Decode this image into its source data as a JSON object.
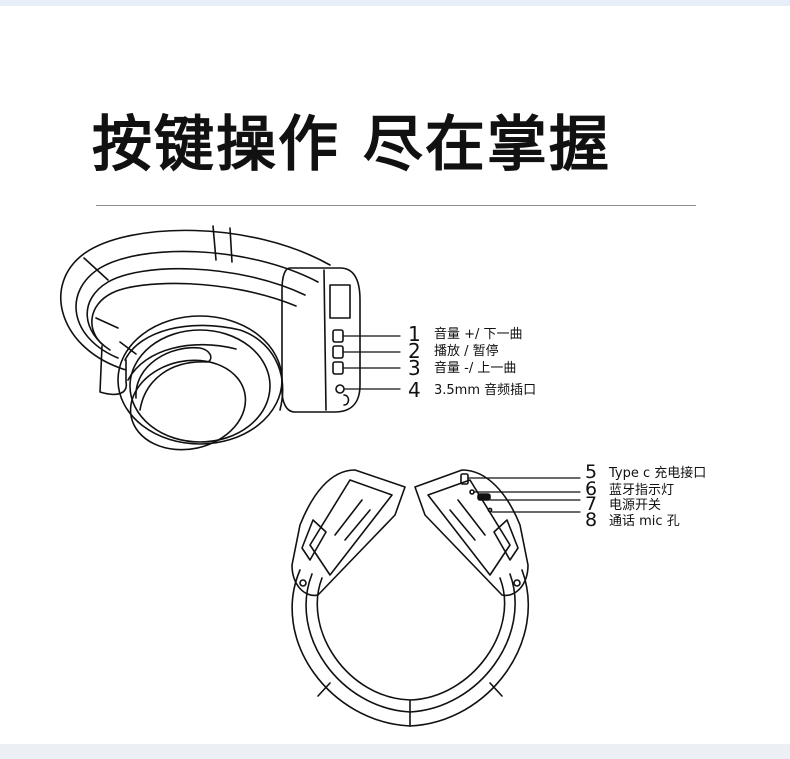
{
  "title": "按键操作 尽在掌握",
  "callouts_top": [
    {
      "num": "1",
      "label": "音量 +/ 下一曲"
    },
    {
      "num": "2",
      "label": "播放 / 暂停"
    },
    {
      "num": "3",
      "label": "音量 -/ 上一曲"
    },
    {
      "num": "4",
      "label": "3.5mm 音频插口"
    }
  ],
  "callouts_bottom": [
    {
      "num": "5",
      "label": "Type c 充电接口"
    },
    {
      "num": "6",
      "label": "蓝牙指示灯"
    },
    {
      "num": "7",
      "label": "电源开关"
    },
    {
      "num": "8",
      "label": "通话 mic 孔"
    }
  ],
  "colors": {
    "line": "#111111",
    "divider": "#8e8e8e",
    "top_strip": "#e6eef8",
    "bottom_strip": "#eceff3"
  }
}
